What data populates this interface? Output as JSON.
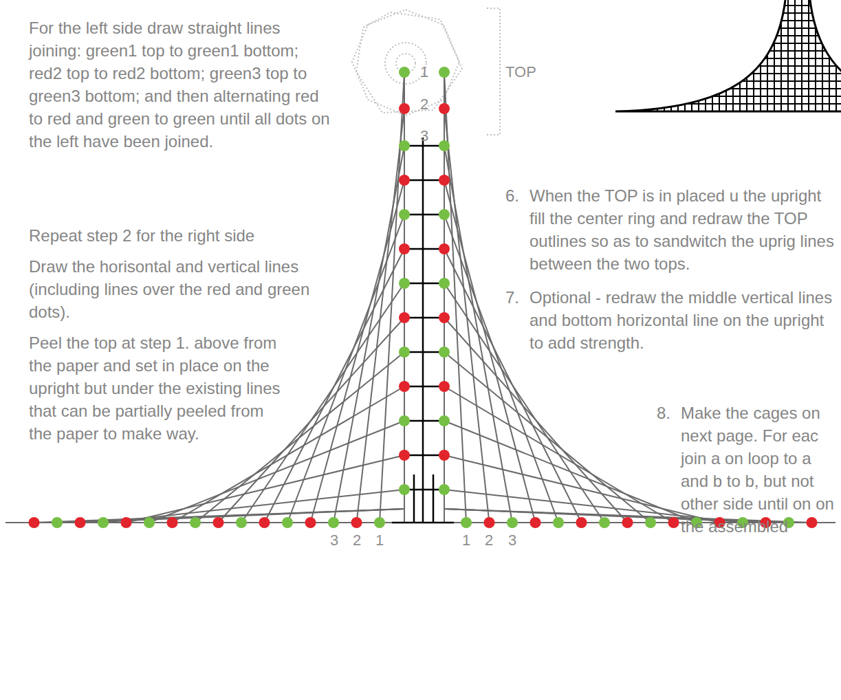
{
  "diagram": {
    "labels": [
      "For the left side draw straight lines joining: green1 top to green1 bottom; red2 top to red2 bottom; green3 top to green3 bottom; and then alternating red to red and green to green until all dots on the left have been joined.",
      "Repeat step 2 for the right side",
      "Draw the horisontal and vertical lines (including lines over the red and green dots).",
      "Peel the top at step 1. above from the paper and set in place on the upright but under the existing lines that can be partially peeled from the paper to make way.",
      "1",
      "2",
      "3",
      "TOP",
      "6.",
      "When the TOP is in placed u the upright fill the center ring and redraw the TOP outlines so as to sandwitch the uprig lines between the two tops.",
      "7.",
      "Optional - redraw the middle vertical lines and bottom horizontal line on the upright to add strength.",
      "8.",
      "Make the cages on next page. For eac join a on loop to a and b to b, but not other side until on on the assembled",
      "3",
      "2",
      "1",
      "1",
      "2",
      "3"
    ]
  }
}
